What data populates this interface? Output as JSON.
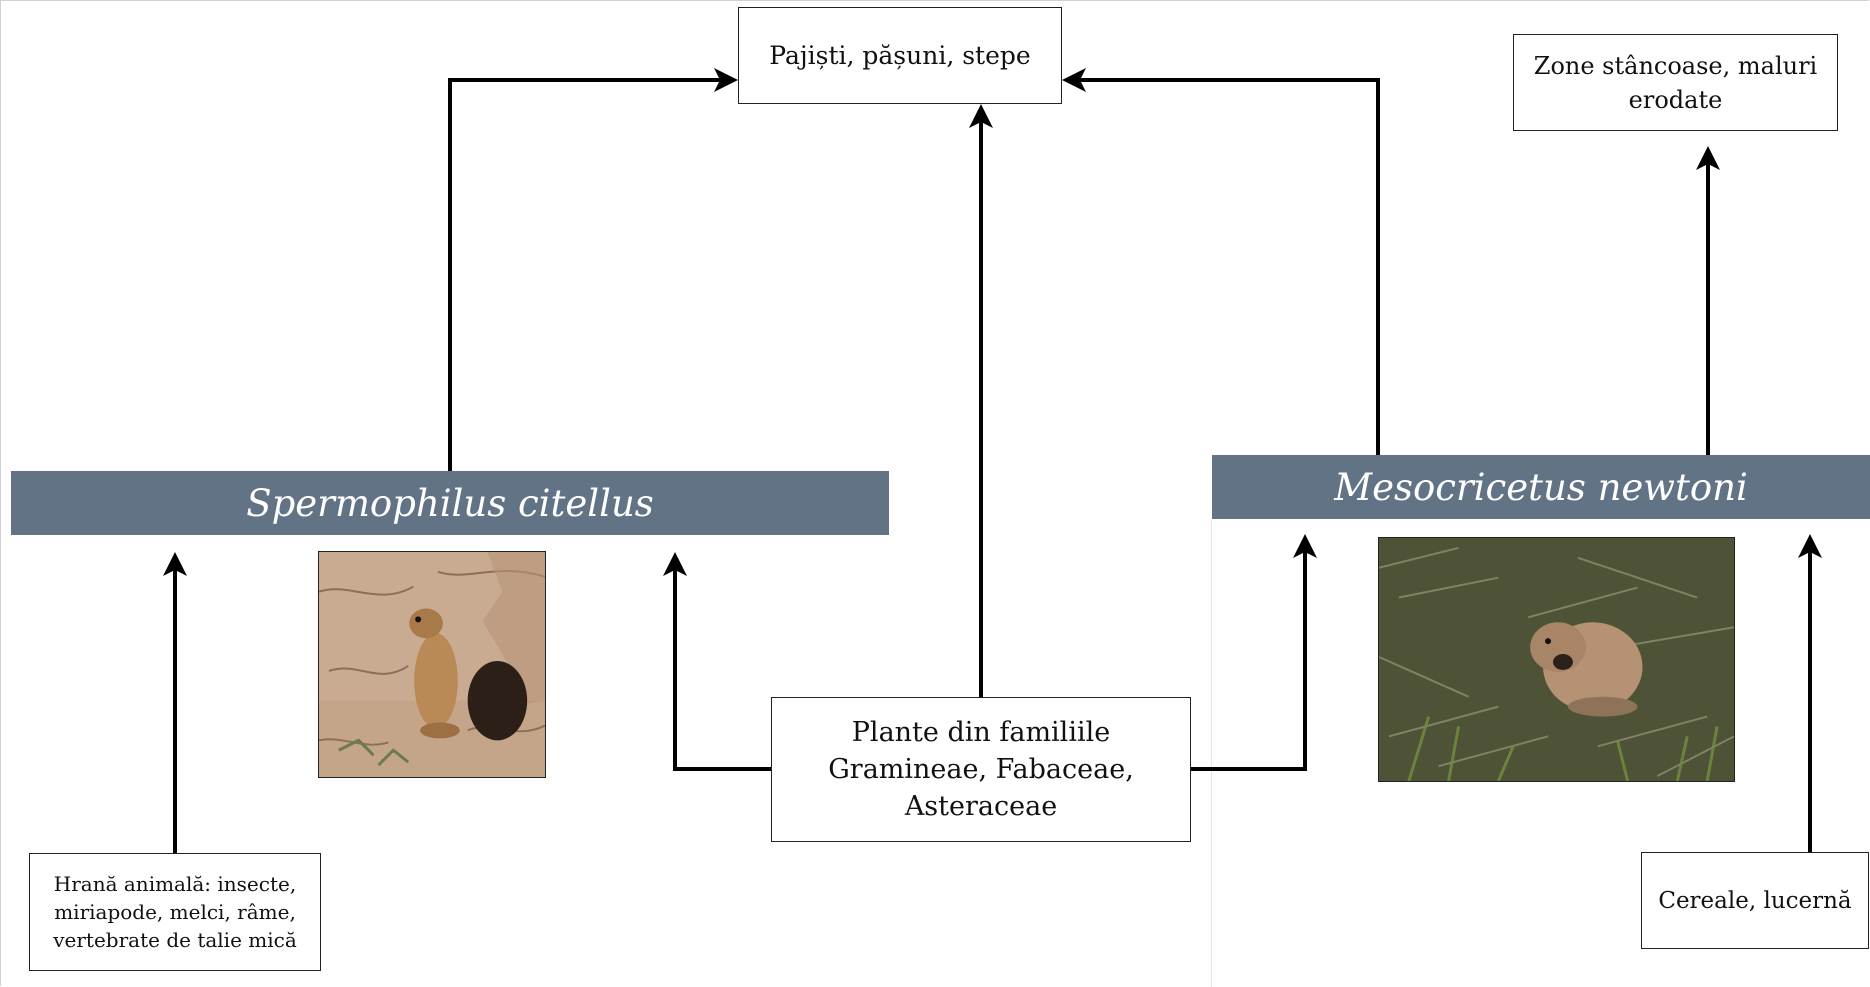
{
  "nodes": {
    "habitat_grassland": "Pajiști, pășuni, stepe",
    "habitat_rocky": "Zone stâncoase, maluri erodate",
    "species_left": "Spermophilus citellus",
    "species_right": "Mesocricetus newtoni",
    "food_plants": "Plante din familiile Gramineae, Fabaceae, Asteraceae",
    "food_animal": "Hrană animală: insecte, miriapode, melci, râme, vertebrate de talie mică",
    "food_cereals": "Cereale, lucernă"
  },
  "images": {
    "left_photo": "european-ground-squirrel-photo",
    "right_photo": "romanian-hamster-photo"
  },
  "colors": {
    "banner": "#627386",
    "line": "#000000"
  }
}
